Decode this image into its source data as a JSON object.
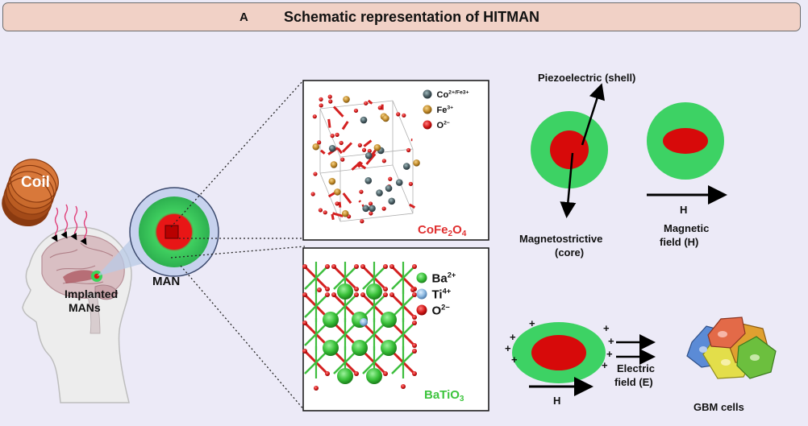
{
  "header": {
    "panel_letter": "A",
    "title": "Schematic representation of HITMAN"
  },
  "left": {
    "coil_label": "Coil",
    "implanted_label_line1": "Implanted",
    "implanted_label_line2": "MANs",
    "man_label": "MAN"
  },
  "cofe2o4_panel": {
    "legend": [
      {
        "ion": "Co",
        "charge": "2+/Fe3+",
        "color": "#4A5E63"
      },
      {
        "ion": "Fe",
        "charge": "3+",
        "color": "#B8862B"
      },
      {
        "ion": "O",
        "charge": "2−",
        "color": "#D42020"
      }
    ],
    "formula_main": "CoFe",
    "formula_sub1": "2",
    "formula_mid": "O",
    "formula_sub2": "4",
    "formula_color": "#E03030"
  },
  "batio3_panel": {
    "legend": [
      {
        "ion": "Ba",
        "charge": "2+",
        "color": "#3DBE3D"
      },
      {
        "ion": "Ti",
        "charge": "4+",
        "color": "#8BB8E0"
      },
      {
        "ion": "O",
        "charge": "2−",
        "color": "#D42020"
      }
    ],
    "formula_main": "BaTiO",
    "formula_sub": "3",
    "formula_color": "#3DC43D"
  },
  "right": {
    "piezo_label": "Piezoelectric (shell)",
    "magneto_label_line1": "Magnetostrictive",
    "magneto_label_line2": "(core)",
    "h_label_top": "H",
    "magnetic_field_line1": "Magnetic",
    "magnetic_field_line2": "field (H)",
    "electric_field_line1": "Electric",
    "electric_field_line2": "field (E)",
    "h_label_bottom": "H",
    "gbm_label": "GBM cells",
    "plus_sign": "+"
  },
  "colors": {
    "shell_green": "#3DD264",
    "core_red": "#D70A0A",
    "background": "#ECEAF7",
    "banner": "#F1D1C6"
  }
}
